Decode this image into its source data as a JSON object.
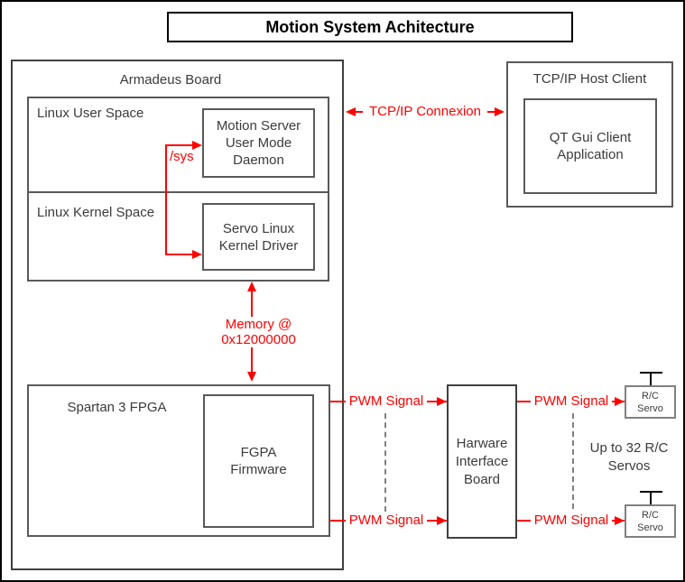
{
  "diagram": {
    "title": "Motion System Achitecture"
  },
  "nodes": {
    "armadeus_board": {
      "label": "Armadeus Board"
    },
    "linux_user_space": {
      "label": "Linux User Space"
    },
    "motion_server": {
      "lines": [
        "Motion Server",
        "User Mode",
        "Daemon"
      ]
    },
    "linux_kernel_space": {
      "label": "Linux Kernel Space"
    },
    "servo_kernel_driver": {
      "lines": [
        "Servo Linux",
        "Kernel Driver"
      ]
    },
    "spartan_fpga": {
      "label": "Spartan 3 FPGA"
    },
    "fpga_firmware": {
      "lines": [
        "FGPA",
        "Firmware"
      ]
    },
    "tcpip_host_client": {
      "label": "TCP/IP Host Client"
    },
    "qt_gui_client": {
      "lines": [
        "QT Gui Client",
        "Application"
      ]
    },
    "hardware_interface_board": {
      "lines": [
        "Harware",
        "Interface",
        "Board"
      ]
    },
    "rc_servo_top": {
      "lines": [
        "R/C",
        "Servo"
      ]
    },
    "rc_servo_bottom": {
      "lines": [
        "R/C",
        "Servo"
      ]
    },
    "servos_annotation": {
      "lines": [
        "Up to 32 R/C",
        "Servos"
      ]
    }
  },
  "connectors": {
    "tcpip_connexion": {
      "label": "TCP/IP Connexion"
    },
    "sys_interface": {
      "label": "/sys"
    },
    "memory_map": {
      "lines": [
        "Memory @",
        "0x12000000"
      ]
    },
    "pwm_left_top": {
      "label": "PWM Signal"
    },
    "pwm_left_bottom": {
      "label": "PWM Signal"
    },
    "pwm_right_top": {
      "label": "PWM Signal"
    },
    "pwm_right_bottom": {
      "label": "PWM Signal"
    }
  },
  "colors": {
    "connector_red": "#ff0000",
    "box_border_gray": "#595959",
    "box_border_light_gray": "#808080",
    "dashed_line_gray": "#808080",
    "frame_black": "#000000"
  }
}
